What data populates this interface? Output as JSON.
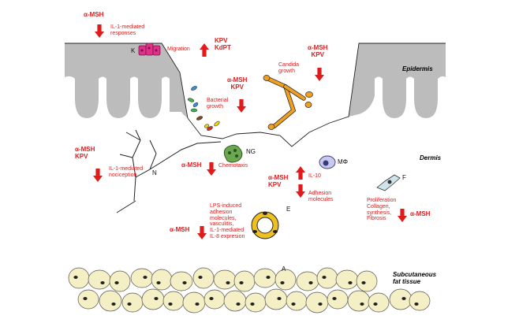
{
  "colors": {
    "accent_red": "#e01b1b",
    "epidermis_gray": "#bcbcbc",
    "adipocyte_fill": "#f4efc4",
    "bacteria_colors": [
      "#3a8fd6",
      "#46b04a",
      "#7a4a2a",
      "#f2d600",
      "#d0312d"
    ],
    "candida_orange": "#f0a020",
    "keratinocyte_pink": "#e0308a",
    "neutrophil_green": "#6aa84f",
    "macrophage_purple": "#8f8fd6"
  },
  "labels": {
    "epidermis": "Epidermis",
    "dermis": "Dermis",
    "subcutaneous": "Subcutaneous\nfat tissue",
    "k": "K",
    "n": "N",
    "ng": "NG",
    "mphi": "MΦ",
    "e": "E",
    "f": "F",
    "a": "A"
  },
  "annotations": {
    "amsh_top": "α-MSH",
    "il1_responses": "IL-1-mediated\nresponses",
    "migration": "Migration",
    "kpv_kdpt": "KPV\nKdPT",
    "amsh_kpv_candida": "α-MSH\nKPV",
    "candida_growth": "Candida\ngrowth",
    "amsh_kpv_bacteria": "α-MSH\nKPV",
    "bacterial_growth": "Bacterial\ngrowth",
    "amsh_kpv_left": "α-MSH\nKPV",
    "il1_nociception": "IL-1-mediated\nnociception",
    "amsh_chemotaxis": "α-MSH",
    "chemotaxis": "Chemotaxis",
    "amsh_kpv_mac": "α-MSH\nKPV",
    "il10": "IL-10",
    "adhesion_molecules": "Adhesion\nmolecules",
    "lps_text": "LPS-induced\nadhesion\nmolecules,\nvasculitis,\nIL-1-mediated\nIL-8 expresion",
    "amsh_lps": "α-MSH",
    "proliferation": "Proliferation\nCollagen,\nsynthesis,\nFibrosis",
    "amsh_fibro": "α-MSH"
  }
}
